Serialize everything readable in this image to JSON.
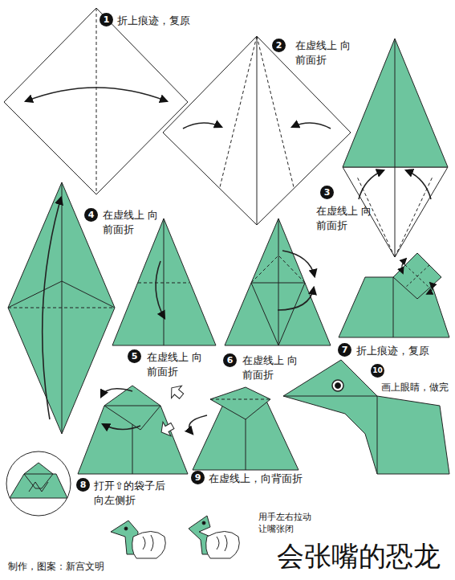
{
  "diagram": {
    "title": "会张嘴的恐龙",
    "labels": [
      "1",
      "折上痕迹，复原",
      "2",
      "在虚线上 向前面折",
      "3",
      "在虚线上 向前面折",
      "4",
      "在虚线上 向前面折",
      "5",
      "在虚线上 向前面折",
      "6",
      "在虚线上 向前面折",
      "7",
      "折上痕迹，复原",
      "8",
      "打开⇧的袋子后 向左侧折",
      "9",
      "在虚线上，向背面折",
      "10",
      "画上眼睛，做完",
      "用手左右拉动 让嘴张闭",
      "制作，图案：新宫文明"
    ]
  }
}
